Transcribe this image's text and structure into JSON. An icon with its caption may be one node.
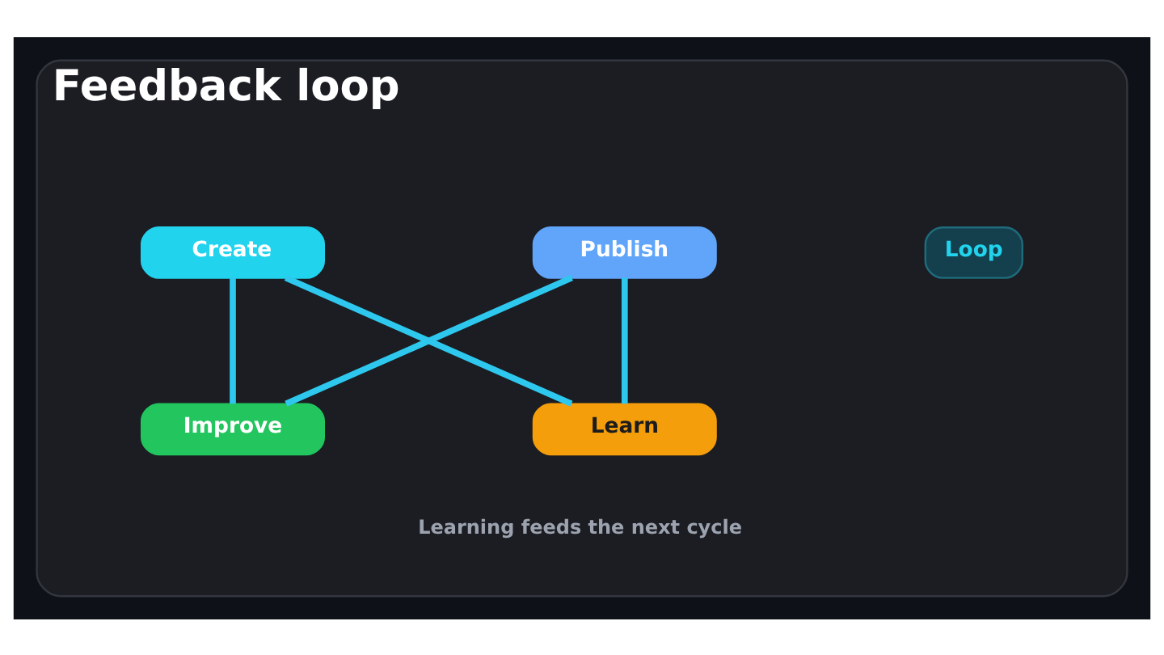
{
  "diagram": {
    "caption": "Learning feeds the next cycle",
    "nodes": [
      {
        "text": [
          "Feedback loop"
        ]
      },
      {
        "text": [
          "Loop"
        ],
        "in": 0
      },
      {
        "text": [
          "Create"
        ],
        "in": 0
      },
      {
        "text": [
          "Publish"
        ],
        "in": 0
      },
      {
        "text": [
          "Improve"
        ],
        "in": 0
      },
      {
        "text": [
          "Learn"
        ],
        "in": 0
      }
    ],
    "edges": [
      {
        "from": 2,
        "to": 4,
        "arrow": "none"
      },
      {
        "from": 2,
        "to": 5,
        "arrow": "none"
      },
      {
        "from": 3,
        "to": 4,
        "arrow": "none"
      },
      {
        "from": 3,
        "to": 5,
        "arrow": "none"
      }
    ]
  }
}
